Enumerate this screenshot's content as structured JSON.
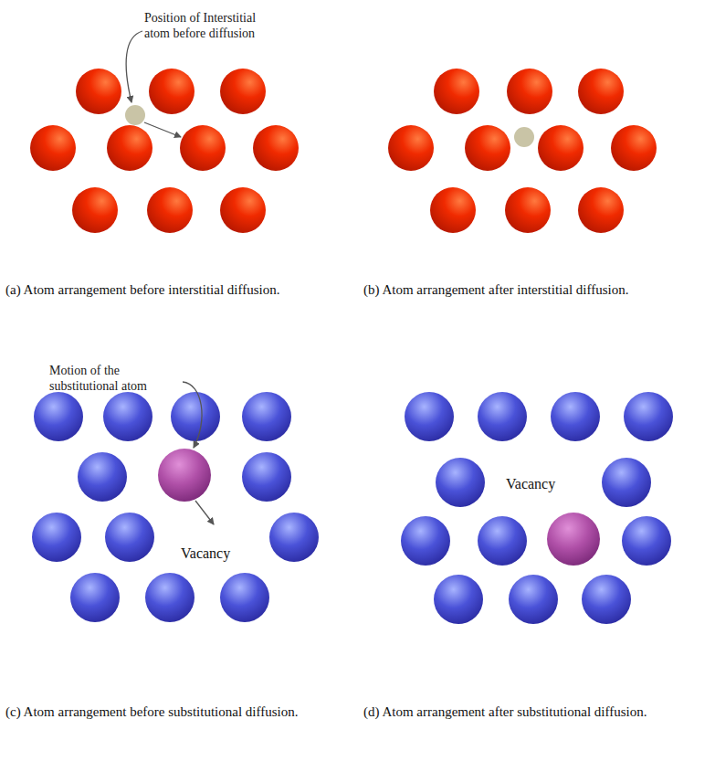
{
  "diagram": {
    "labels": [
      "Position of Interstitial atom before diffusion",
      "(a) Atom arrangement before interstitial diffusion.",
      "(b) Atom arrangement after interstitial diffusion.",
      "Motion of the substitutional atom",
      "Vacancy",
      "Vacancy",
      "(c) Atom arrangement before substitutional diffusion.",
      "(d) Atom arrangement after substitutional diffusion."
    ]
  }
}
